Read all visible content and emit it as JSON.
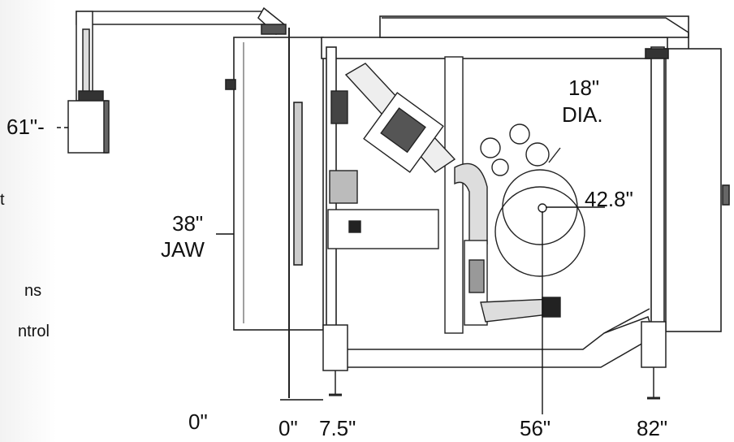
{
  "diagram": {
    "labels": {
      "height_61": "61\"-",
      "jaw_38": "38\"",
      "jaw_word": "JAW",
      "dia_18": "18\"",
      "dia_word": "DIA.",
      "dim_42_8": "42.8\"",
      "left_0": "0\"",
      "bottom_0": "0\"",
      "bottom_7_5": "7.5\"",
      "bottom_56": "56\"",
      "bottom_82": "82\""
    },
    "side_text": {
      "partial_1": "ns",
      "partial_2": "ntrol",
      "partial_3": "t"
    }
  }
}
